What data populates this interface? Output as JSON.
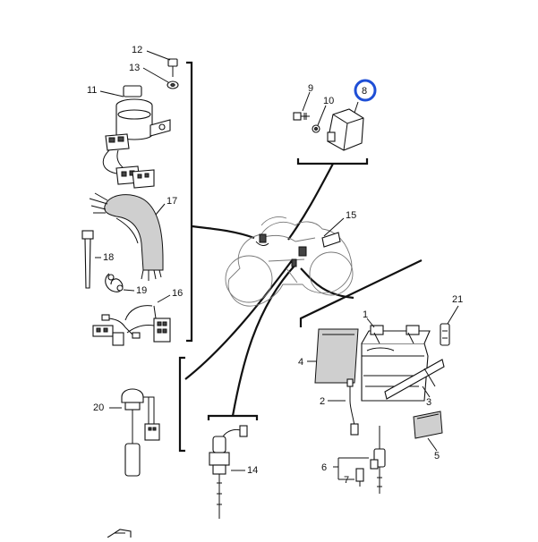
{
  "callouts": {
    "c1": "1",
    "c2": "2",
    "c3": "3",
    "c4": "4",
    "c5": "5",
    "c6": "6",
    "c7": "7",
    "c8": "8",
    "c9": "9",
    "c10": "10",
    "c11": "11",
    "c12": "12",
    "c13": "13",
    "c14": "14",
    "c15": "15",
    "c16": "16",
    "c17": "17",
    "c18": "18",
    "c19": "19",
    "c20": "20",
    "c21": "21"
  },
  "highlight": {
    "callout": "8",
    "ring_color": "#1f4fd6"
  }
}
